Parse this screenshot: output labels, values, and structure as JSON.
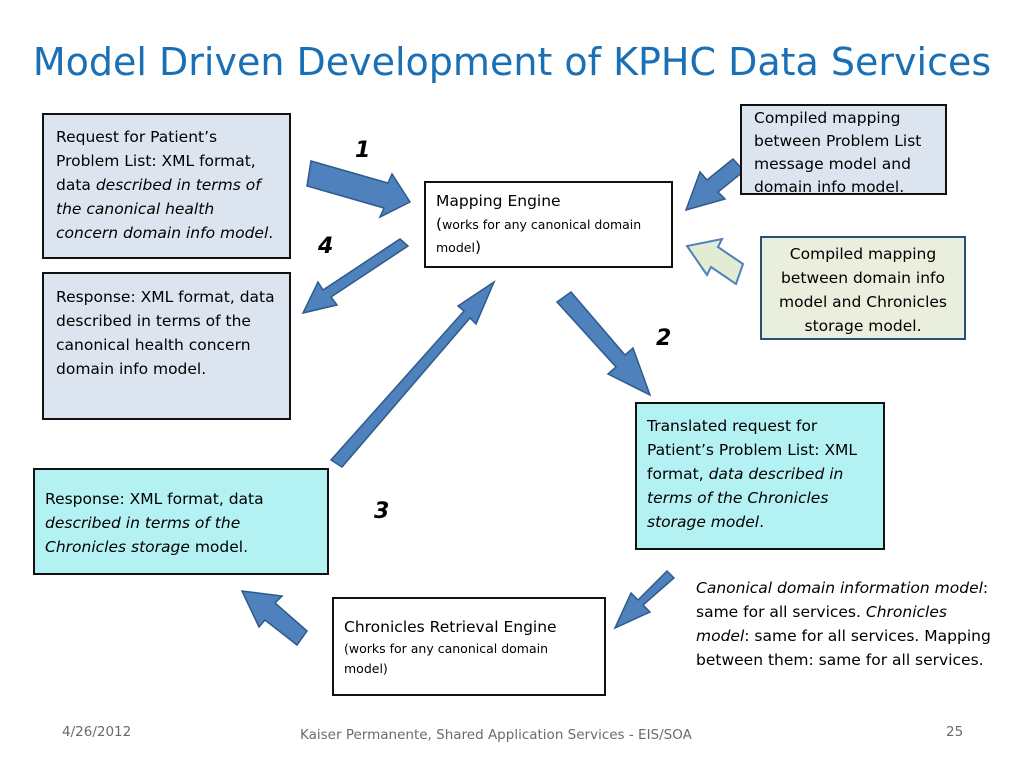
{
  "slide": {
    "title": "Model Driven Development of KPHC Data Services"
  },
  "boxes": {
    "request_patient": {
      "line1": "Request for Patient’s Problem List: XML format, data ",
      "italic": "described in terms of the canonical health concern domain info model",
      "tail": "."
    },
    "response_canonical": {
      "text": "Response: XML format, data described in terms of the canonical health concern domain info model."
    },
    "response_chronicles": {
      "line1": "Response: XML format, data ",
      "italic": "described in terms of the Chronicles storage",
      "tail": " model."
    },
    "mapping_engine": {
      "title": "Mapping Engine",
      "open": "(",
      "sub": "works for any canonical domain model",
      "close": ")"
    },
    "compiled_problem_list": {
      "text": "Compiled mapping between Problem List message model and domain info model."
    },
    "compiled_chronicles": {
      "text": "Compiled mapping between domain info model and Chronicles storage model."
    },
    "translated_request": {
      "line1": "Translated request for Patient’s Problem List: XML format, ",
      "italic": "data described in terms of the Chronicles storage model",
      "tail": "."
    },
    "retrieval_engine": {
      "title": "Chronicles Retrieval Engine",
      "sub": "(works for any canonical domain model)"
    }
  },
  "step_numbers": [
    "1",
    "2",
    "3",
    "4"
  ],
  "note": {
    "i1": "Canonical domain information model",
    "t1": ": same for all services. ",
    "i2": "Chronicles model",
    "t2": ": same for all services.  Mapping between them: same for all services."
  },
  "footer": {
    "date": "4/26/2012",
    "center": "Kaiser Permanente, Shared Application Services - EIS/SOA",
    "page": "25"
  },
  "colors": {
    "title": "#1a6fb5",
    "arrow_fill": "#4f81bd",
    "arrow_stroke": "#2f5a8c",
    "hollow_arrow_fill": "#e2ecd3",
    "box_blue": "#dce5ef",
    "box_cyan": "#b4f1f3",
    "box_green": "#e9eedd"
  }
}
